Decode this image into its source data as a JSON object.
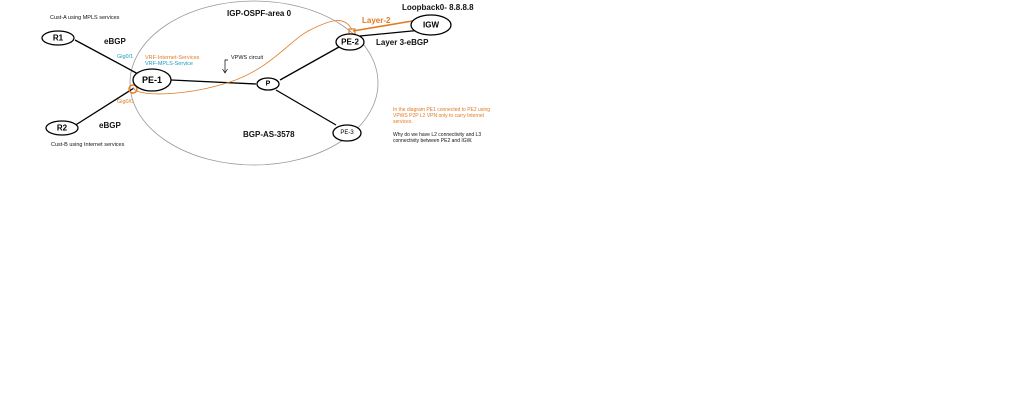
{
  "diagram": {
    "title_area": "IGP-OSPF-area 0",
    "as_label": "BGP-AS-3578",
    "colors": {
      "line": "#000000",
      "domain_ellipse": "#999999",
      "l2_path": "#e07b24",
      "teal": "#1a9bbf",
      "background": "#ffffff"
    },
    "nodes": {
      "r1": "R1",
      "r2": "R2",
      "pe1": "PE-1",
      "p": "P",
      "pe2": "PE-2",
      "pe3": "PE-3",
      "igw": "IGW"
    },
    "labels": {
      "cust_a": "Cust-A using MPLS services",
      "cust_b": "Cust-B using Internet services",
      "ebgp_r1": "eBGP",
      "ebgp_r2": "eBGP",
      "gig01": "Gig0/1",
      "gig00": "Gig0/0",
      "vrf_internet": "VRF-Internet-Services",
      "vrf_mpls": "VRF-MPLS-Service",
      "vpws_circuit": "VPWS circuit",
      "layer2": "Layer-2",
      "layer3": "Layer 3-eBGP",
      "loopback": "Loopback0- 8.8.8.8"
    },
    "notes": {
      "statement": "In the diagram PE1 connected to PE2 using VPWS P2P L2 VPN only to carry Internet services.",
      "question": "Why do we have L2 connectivity and L3 connectivity between PE2 and IGW."
    }
  }
}
